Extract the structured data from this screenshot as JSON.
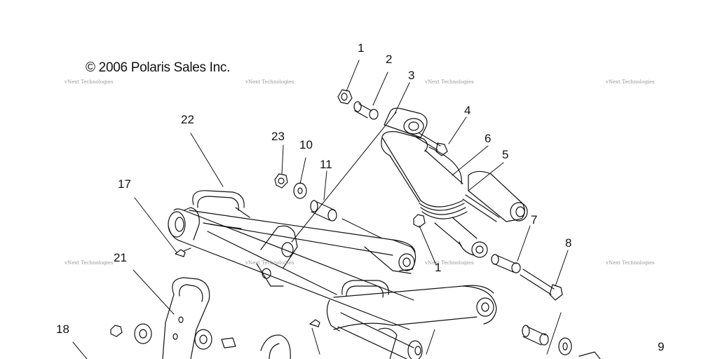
{
  "diagram": {
    "copyright": "© 2006 Polaris Sales Inc.",
    "watermark_text": "vNext Technologies",
    "line_color": "#111111",
    "callouts": {
      "c1": "1",
      "c2": "2",
      "c3": "3",
      "c4": "4",
      "c5": "5",
      "c6": "6",
      "c7": "7",
      "c8": "8",
      "c9": "9",
      "c10": "10",
      "c11": "11",
      "c17": "17",
      "c18": "18",
      "c21": "21",
      "c22": "22",
      "c23": "23",
      "c1b": "1"
    }
  }
}
